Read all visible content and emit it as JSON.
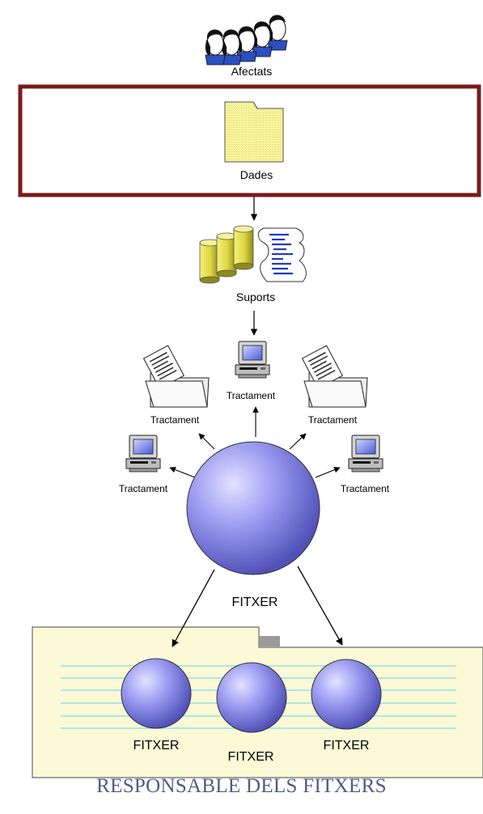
{
  "labels": {
    "affected": "Afectats",
    "data": "Dades",
    "supports": "Suports",
    "processing_top": "Tractament",
    "processing_left_upper": "Tractament",
    "processing_right_upper": "Tractament",
    "processing_left_lower": "Tractament",
    "processing_right_lower": "Tractament",
    "file_main": "FITXER",
    "file_1": "FITXER",
    "file_2": "FITXER",
    "file_3": "FITXER"
  },
  "caption": "RESPONSABLE DELS FITXERS",
  "colors": {
    "highlight_border": "#7a1a1a",
    "folder_fill": "#f7f39a",
    "sphere_fill": "#8c8cf0",
    "drawer_fill": "#fbf9d6",
    "drawer_lines": "#7fdde8",
    "caption": "#4f5b86"
  },
  "icons": {
    "affected": "people-group-icon",
    "data": "folder-icon",
    "supports": "database-document-icon",
    "processing_computer": "computer-icon",
    "processing_folder": "folder-documents-icon"
  }
}
